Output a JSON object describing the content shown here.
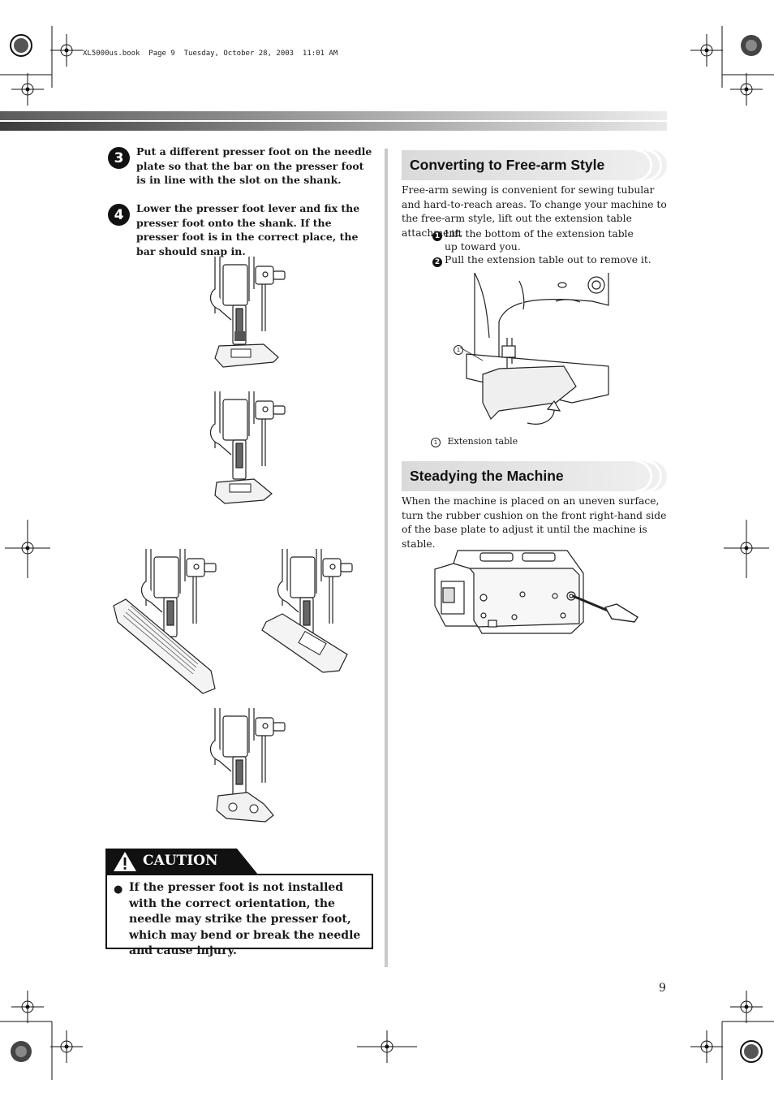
{
  "print_slug": "XL5000us.book  Page 9  Tuesday, October 28, 2003  11:01 AM",
  "steps": [
    {
      "number": "3",
      "text": "Put a different presser foot on the needle plate so that the bar on the presser foot is in line with the slot on the shank."
    },
    {
      "number": "4",
      "text": "Lower the presser foot lever and fix the presser foot onto the shank. If the presser foot is in the correct place, the bar should snap in."
    }
  ],
  "caution": {
    "label": "CAUTION",
    "bullet": "●",
    "text": "If the presser foot is not installed with the correct orientation, the needle may strike the presser foot, which may bend or break the needle and cause injury."
  },
  "free_arm": {
    "heading": "Converting to Free-arm Style",
    "intro": "Free-arm sewing is convenient for sewing tubular and hard-to-reach areas. To change your machine to the free-arm style, lift out the extension table attachment.",
    "steps": [
      {
        "marker": "1",
        "text": "Lift the bottom of the extension table up toward you."
      },
      {
        "marker": "2",
        "text": "Pull the extension table out to remove it."
      }
    ],
    "callout_marker": "1",
    "caption_marker": "1",
    "caption": "Extension table"
  },
  "steadying": {
    "heading": "Steadying the Machine",
    "text": "When the machine is placed on an uneven surface, turn the rubber cushion on the front right-hand side of the base plate to adjust it until the machine is stable."
  },
  "page_number": "9"
}
